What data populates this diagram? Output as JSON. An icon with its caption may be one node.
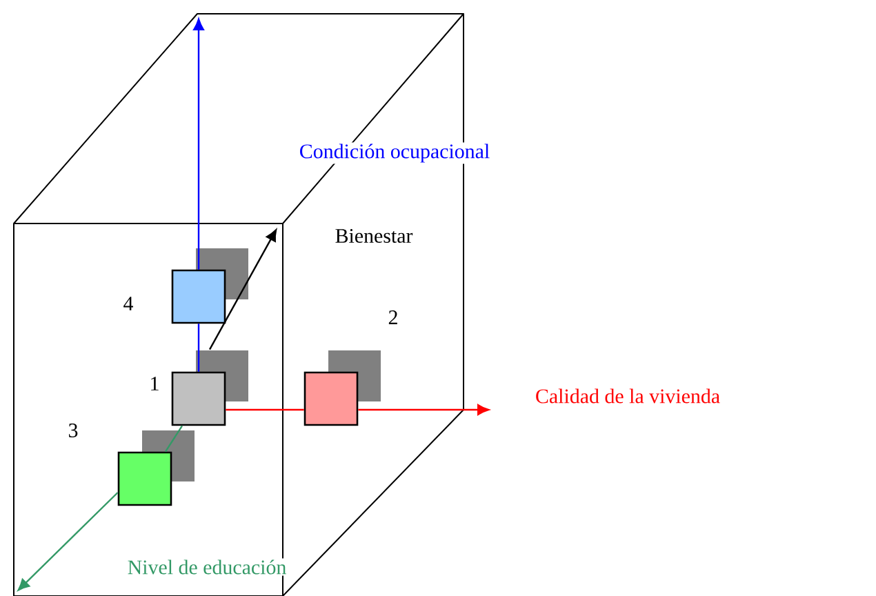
{
  "diagram": {
    "nodes": [
      {
        "text": [],
        "shape": "box",
        "beside": [
          "1"
        ]
      },
      {
        "text": [],
        "shape": "box",
        "beside": [
          "2"
        ]
      },
      {
        "text": [],
        "shape": "box",
        "beside": [
          "3"
        ]
      },
      {
        "text": [],
        "shape": "box",
        "beside": [
          "4"
        ]
      }
    ],
    "edges": [
      {
        "from": 0,
        "to": 3,
        "arrow": "none",
        "color": "#0000ff"
      },
      {
        "from": 3,
        "to": null,
        "arrow": "to",
        "color": "#0000ff",
        "label": "Condición ocupacional"
      },
      {
        "from": 0,
        "to": 1,
        "arrow": "none",
        "color": "#ff0000"
      },
      {
        "from": 1,
        "to": null,
        "arrow": "to",
        "color": "#ff0000",
        "label": "Calidad de la vivienda"
      },
      {
        "from": 0,
        "to": 2,
        "arrow": "none",
        "color": "#339966"
      },
      {
        "from": 2,
        "to": null,
        "arrow": "to",
        "color": "#339966",
        "label": "Nivel de educación"
      },
      {
        "from": 0,
        "to": null,
        "arrow": "to",
        "color": "#000000",
        "label": "Bienestar"
      }
    ]
  }
}
